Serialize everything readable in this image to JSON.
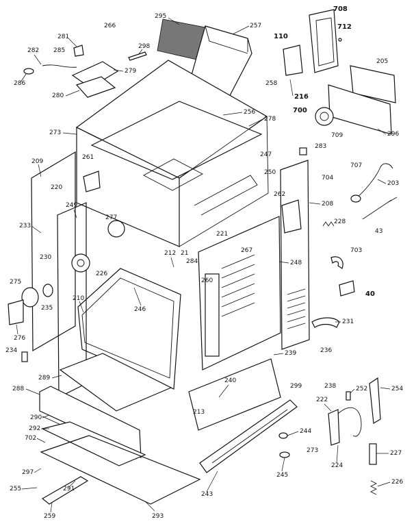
{
  "callouts": [
    {
      "id": "c295",
      "text": "295",
      "bold": false
    },
    {
      "id": "c257",
      "text": "257",
      "bold": false
    },
    {
      "id": "c708",
      "text": "708",
      "bold": true
    },
    {
      "id": "c712",
      "text": "712",
      "bold": true
    },
    {
      "id": "c281",
      "text": "281",
      "bold": false
    },
    {
      "id": "c266",
      "text": "266",
      "bold": false
    },
    {
      "id": "c298",
      "text": "298",
      "bold": false
    },
    {
      "id": "c110",
      "text": "110",
      "bold": true
    },
    {
      "id": "c282",
      "text": "282",
      "bold": false
    },
    {
      "id": "c285",
      "text": "285",
      "bold": false
    },
    {
      "id": "c205",
      "text": "205",
      "bold": false
    },
    {
      "id": "c279",
      "text": "279",
      "bold": false
    },
    {
      "id": "c286",
      "text": "286",
      "bold": false
    },
    {
      "id": "c280",
      "text": "280",
      "bold": false
    },
    {
      "id": "c258",
      "text": "258",
      "bold": false
    },
    {
      "id": "c216",
      "text": "216",
      "bold": true
    },
    {
      "id": "c700",
      "text": "700",
      "bold": true
    },
    {
      "id": "c256",
      "text": "256",
      "bold": false
    },
    {
      "id": "c278",
      "text": "278",
      "bold": false
    },
    {
      "id": "c273",
      "text": "273",
      "bold": false
    },
    {
      "id": "c709",
      "text": "709",
      "bold": false
    },
    {
      "id": "c296",
      "text": "296",
      "bold": false
    },
    {
      "id": "c209",
      "text": "209",
      "bold": false
    },
    {
      "id": "c261",
      "text": "261",
      "bold": false
    },
    {
      "id": "c247",
      "text": "247",
      "bold": false
    },
    {
      "id": "c283",
      "text": "283",
      "bold": false
    },
    {
      "id": "c250",
      "text": "250",
      "bold": false
    },
    {
      "id": "c704",
      "text": "704",
      "bold": false
    },
    {
      "id": "c707",
      "text": "707",
      "bold": false
    },
    {
      "id": "c203",
      "text": "203",
      "bold": false
    },
    {
      "id": "c220",
      "text": "220",
      "bold": false
    },
    {
      "id": "c262",
      "text": "262",
      "bold": false
    },
    {
      "id": "c208",
      "text": "208",
      "bold": false
    },
    {
      "id": "c249",
      "text": "249",
      "bold": false
    },
    {
      "id": "c43",
      "text": "43",
      "bold": false
    },
    {
      "id": "c233",
      "text": "233",
      "bold": false
    },
    {
      "id": "c277",
      "text": "277",
      "bold": false
    },
    {
      "id": "c228a",
      "text": "228",
      "bold": false
    },
    {
      "id": "c221",
      "text": "221",
      "bold": false
    },
    {
      "id": "c267",
      "text": "267",
      "bold": false
    },
    {
      "id": "c212",
      "text": "212",
      "bold": false
    },
    {
      "id": "c21",
      "text": "21",
      "bold": false
    },
    {
      "id": "c284",
      "text": "284",
      "bold": false
    },
    {
      "id": "c703",
      "text": "703",
      "bold": false
    },
    {
      "id": "c230",
      "text": "230",
      "bold": false
    },
    {
      "id": "c248",
      "text": "248",
      "bold": false
    },
    {
      "id": "c226",
      "text": "226",
      "bold": false
    },
    {
      "id": "c275",
      "text": "275",
      "bold": false
    },
    {
      "id": "c260",
      "text": "260",
      "bold": false
    },
    {
      "id": "c40",
      "text": "40",
      "bold": true
    },
    {
      "id": "c210",
      "text": "210",
      "bold": false
    },
    {
      "id": "c246",
      "text": "246",
      "bold": false
    },
    {
      "id": "c235",
      "text": "235",
      "bold": false
    },
    {
      "id": "c231",
      "text": "231",
      "bold": false
    },
    {
      "id": "c276",
      "text": "276",
      "bold": false
    },
    {
      "id": "c234",
      "text": "234",
      "bold": false
    },
    {
      "id": "c239",
      "text": "239",
      "bold": false
    },
    {
      "id": "c236",
      "text": "236",
      "bold": false
    },
    {
      "id": "c289",
      "text": "289",
      "bold": false
    },
    {
      "id": "c240",
      "text": "240",
      "bold": false
    },
    {
      "id": "c299",
      "text": "299",
      "bold": false
    },
    {
      "id": "c238",
      "text": "238",
      "bold": false
    },
    {
      "id": "c288",
      "text": "288",
      "bold": false
    },
    {
      "id": "c252",
      "text": "252",
      "bold": false
    },
    {
      "id": "c254",
      "text": "254",
      "bold": false
    },
    {
      "id": "c222",
      "text": "222",
      "bold": false
    },
    {
      "id": "c290",
      "text": "290",
      "bold": false
    },
    {
      "id": "c213",
      "text": "213",
      "bold": false
    },
    {
      "id": "c292",
      "text": "292",
      "bold": false
    },
    {
      "id": "c244",
      "text": "244",
      "bold": false
    },
    {
      "id": "c702",
      "text": "702",
      "bold": false
    },
    {
      "id": "c273b",
      "text": "273",
      "bold": false
    },
    {
      "id": "c227",
      "text": "227",
      "bold": false
    },
    {
      "id": "c224",
      "text": "224",
      "bold": false
    },
    {
      "id": "c297",
      "text": "297",
      "bold": false
    },
    {
      "id": "c245",
      "text": "245",
      "bold": false
    },
    {
      "id": "c255",
      "text": "255",
      "bold": false
    },
    {
      "id": "c243",
      "text": "243",
      "bold": false
    },
    {
      "id": "c226b",
      "text": "226",
      "bold": false
    },
    {
      "id": "c291",
      "text": "291",
      "bold": false
    },
    {
      "id": "c259",
      "text": "259",
      "bold": false
    },
    {
      "id": "c293",
      "text": "293",
      "bold": false
    }
  ]
}
